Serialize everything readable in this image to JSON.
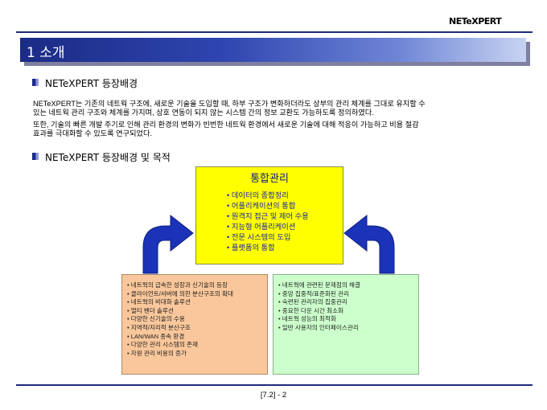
{
  "header": {
    "brand": "NETeXPERT"
  },
  "title": {
    "text": "1 소개"
  },
  "section1": {
    "heading": "NETeXPERT 등장배경",
    "lines": [
      "NETeXPERT는 기존의 네트웍 구조에, 새로운 기술을 도입할 때, 하부 구조가 변화하더라도 상부의 관리 체계를 그대로 유지할 수",
      "있는 네트웍 관리 구조와 체계를 가지며, 상호 연동이 되지 않는 시스템 간의 정보 교환도 가능하도록 정의하였다.",
      "또한, 기술의 빠른 개발 주기로 인해 관리 환경의 변화가 빈번한 네트웍 환경에서 새로운 기술에 대해 적응이 가능하고 비용 절감",
      "효과를 극대화할 수 있도록 연구되었다."
    ]
  },
  "section2": {
    "heading": "NETeXPERT 등장배경 및 목적"
  },
  "diagram": {
    "center": {
      "title": "통합관리",
      "items": [
        "• 데이터의 종합정리",
        "• 어플리케이션의 통합",
        "• 원격지 접근 및 제어 수용",
        "• 지능형 어플리케이션",
        "• 전문 시스템의 도입",
        "• 플랫폼의 통합"
      ]
    },
    "left": {
      "items": [
        "• 네트웍의 급속한 성장과 신기술의 등장",
        "• 클라이언트/서버에 의한 분산구조의 확대",
        "• 네트웍의 비대화 솔루션",
        "• 멀티 벤더 솔루션",
        "• 다양한 신기술의 수용",
        "• 지역적/지리적 분산구조",
        "• LAN/WAN 종속 환경",
        "• 다양한 관리 시스템의 존재",
        "• 자원 관리 비용의 증가"
      ]
    },
    "right": {
      "items": [
        "• 네트웍에 관련된 문제점의 해결",
        "• 중앙 집중적/표준화된 관리",
        "• 숙련된 관리자의 집중관리",
        "• 중요한 다운 시간 최소화",
        "• 네트웍 성능의 최적화",
        "• 일반 사용자의 인터페이스관리"
      ]
    }
  },
  "footer": {
    "page": "[7.2] - 2"
  },
  "colors": {
    "rule": "#1f2a7a",
    "center_box": "#ffff00",
    "left_box": "#f9c79b",
    "right_box": "#ccffcc",
    "arrow": "#1a33b8",
    "center_text": "#1a22b0"
  }
}
